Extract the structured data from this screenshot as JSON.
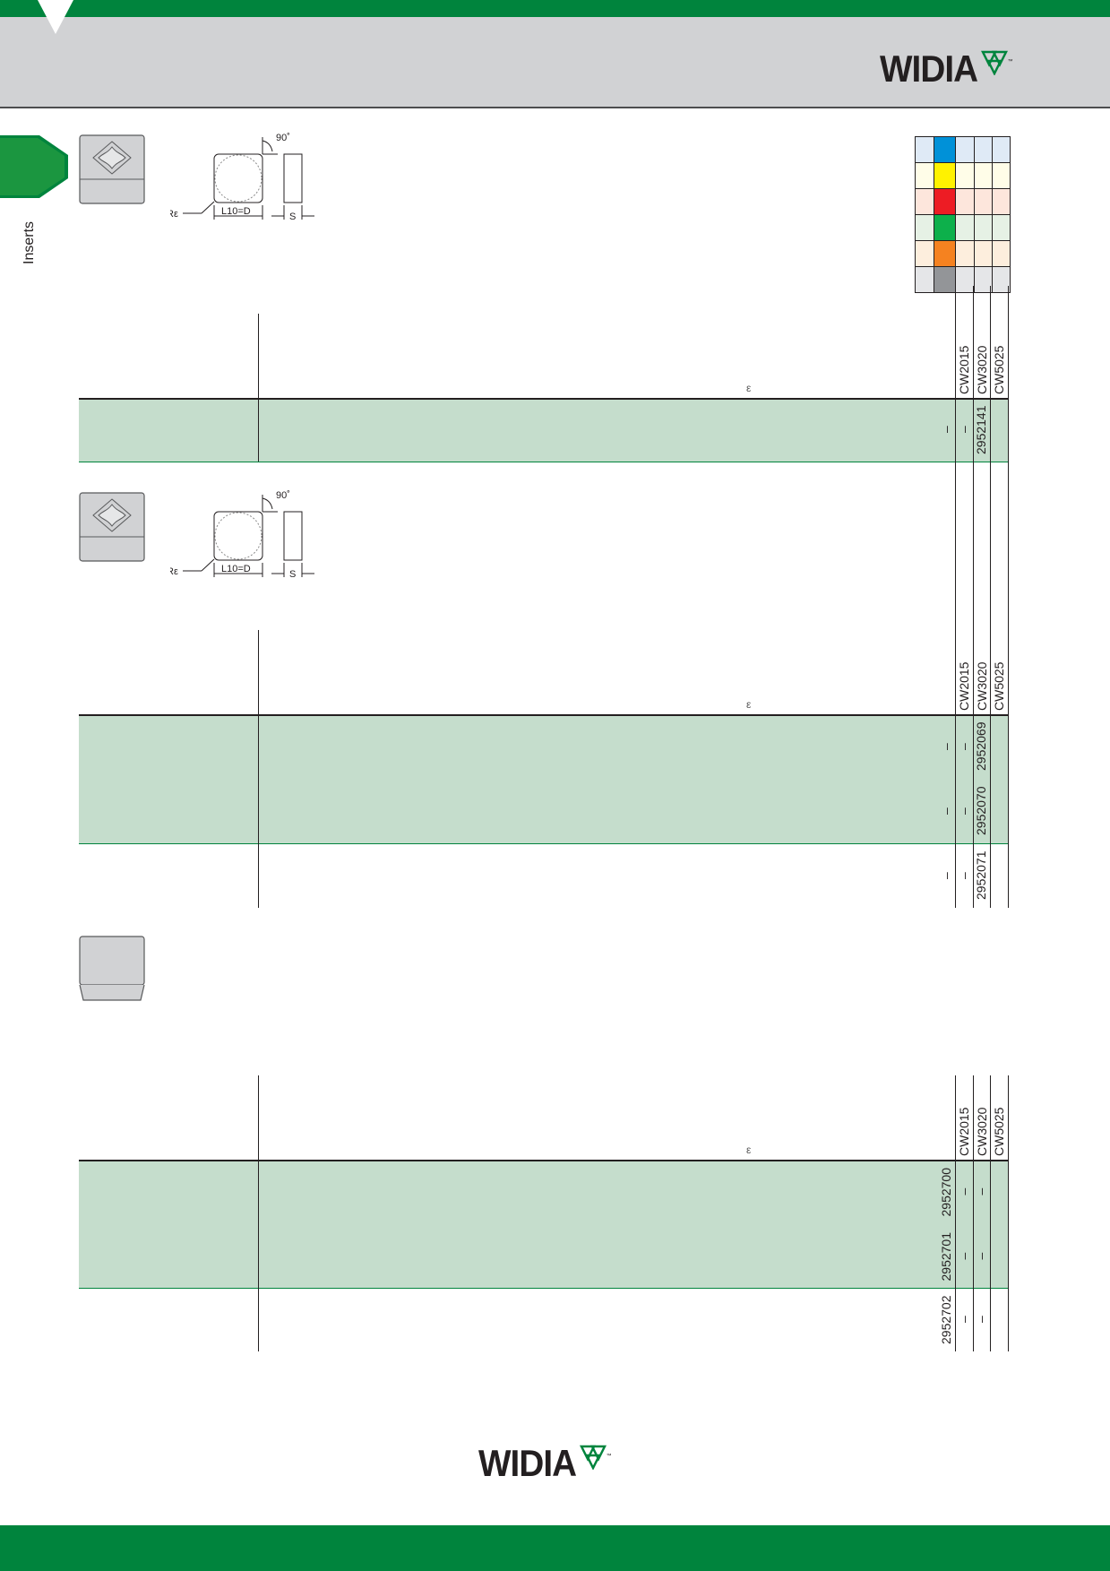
{
  "header": {
    "logo": "WIDIA",
    "tm": "™"
  },
  "side_tab": {
    "label": "Inserts"
  },
  "diagram": {
    "angle": "90˚",
    "radius": "Rε",
    "length": "L10=D",
    "thickness": "S"
  },
  "colors": {
    "brand_green": "#00843d",
    "row_green": "#c5ddcc",
    "grid_light": [
      "#dfeaf6",
      "#fffde8",
      "#fde6dc",
      "#e6f1e5",
      "#fdeedd",
      "#e5e6e8"
    ],
    "grid_strong": [
      "#0091d8",
      "#fff200",
      "#ed1c24",
      "#0db04b",
      "#f58220",
      "#939598"
    ]
  },
  "sections": [
    {
      "epsilon": "ε",
      "grades": [
        "CW2015",
        "CW3020",
        "CW5025"
      ],
      "rows": [
        {
          "subrows": [
            [
              "–",
              "–",
              "2952141"
            ]
          ]
        }
      ]
    },
    {
      "epsilon": "ε",
      "grades": [
        "CW2015",
        "CW3020",
        "CW5025"
      ],
      "rows": [
        {
          "subrows": [
            [
              "–",
              "–",
              "2952069"
            ],
            [
              "–",
              "–",
              "2952070"
            ]
          ]
        },
        {
          "subrows": [
            [
              "–",
              "–",
              "2952071"
            ]
          ]
        }
      ]
    },
    {
      "epsilon": "ε",
      "grades": [
        "CW2015",
        "CW3020",
        "CW5025"
      ],
      "rows": [
        {
          "subrows": [
            [
              "2952700",
              "–",
              "–"
            ],
            [
              "2952701",
              "–",
              "–"
            ]
          ]
        },
        {
          "subrows": [
            [
              "2952702",
              "–",
              "–"
            ]
          ]
        }
      ]
    }
  ],
  "footer": {
    "logo": "WIDIA",
    "tm": "™"
  }
}
